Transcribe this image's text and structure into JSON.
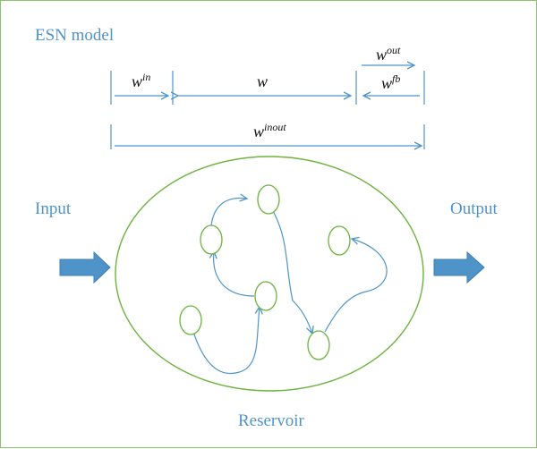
{
  "title": "ESN model",
  "labels": {
    "w_in_base": "w",
    "w_in_sup": "in",
    "w_base": "w",
    "w_out_base": "w",
    "w_out_sup": "out",
    "w_fb_base": "w",
    "w_fb_sup": "fb",
    "w_inout_base": "w",
    "w_inout_sup": "inout"
  },
  "input_label": "Input",
  "output_label": "Output",
  "reservoir_label": "Reservoir",
  "colors": {
    "accent_blue": "#4f94c8",
    "reservoir_green": "#6db33f",
    "arrow_fill": "#4f94c8"
  }
}
